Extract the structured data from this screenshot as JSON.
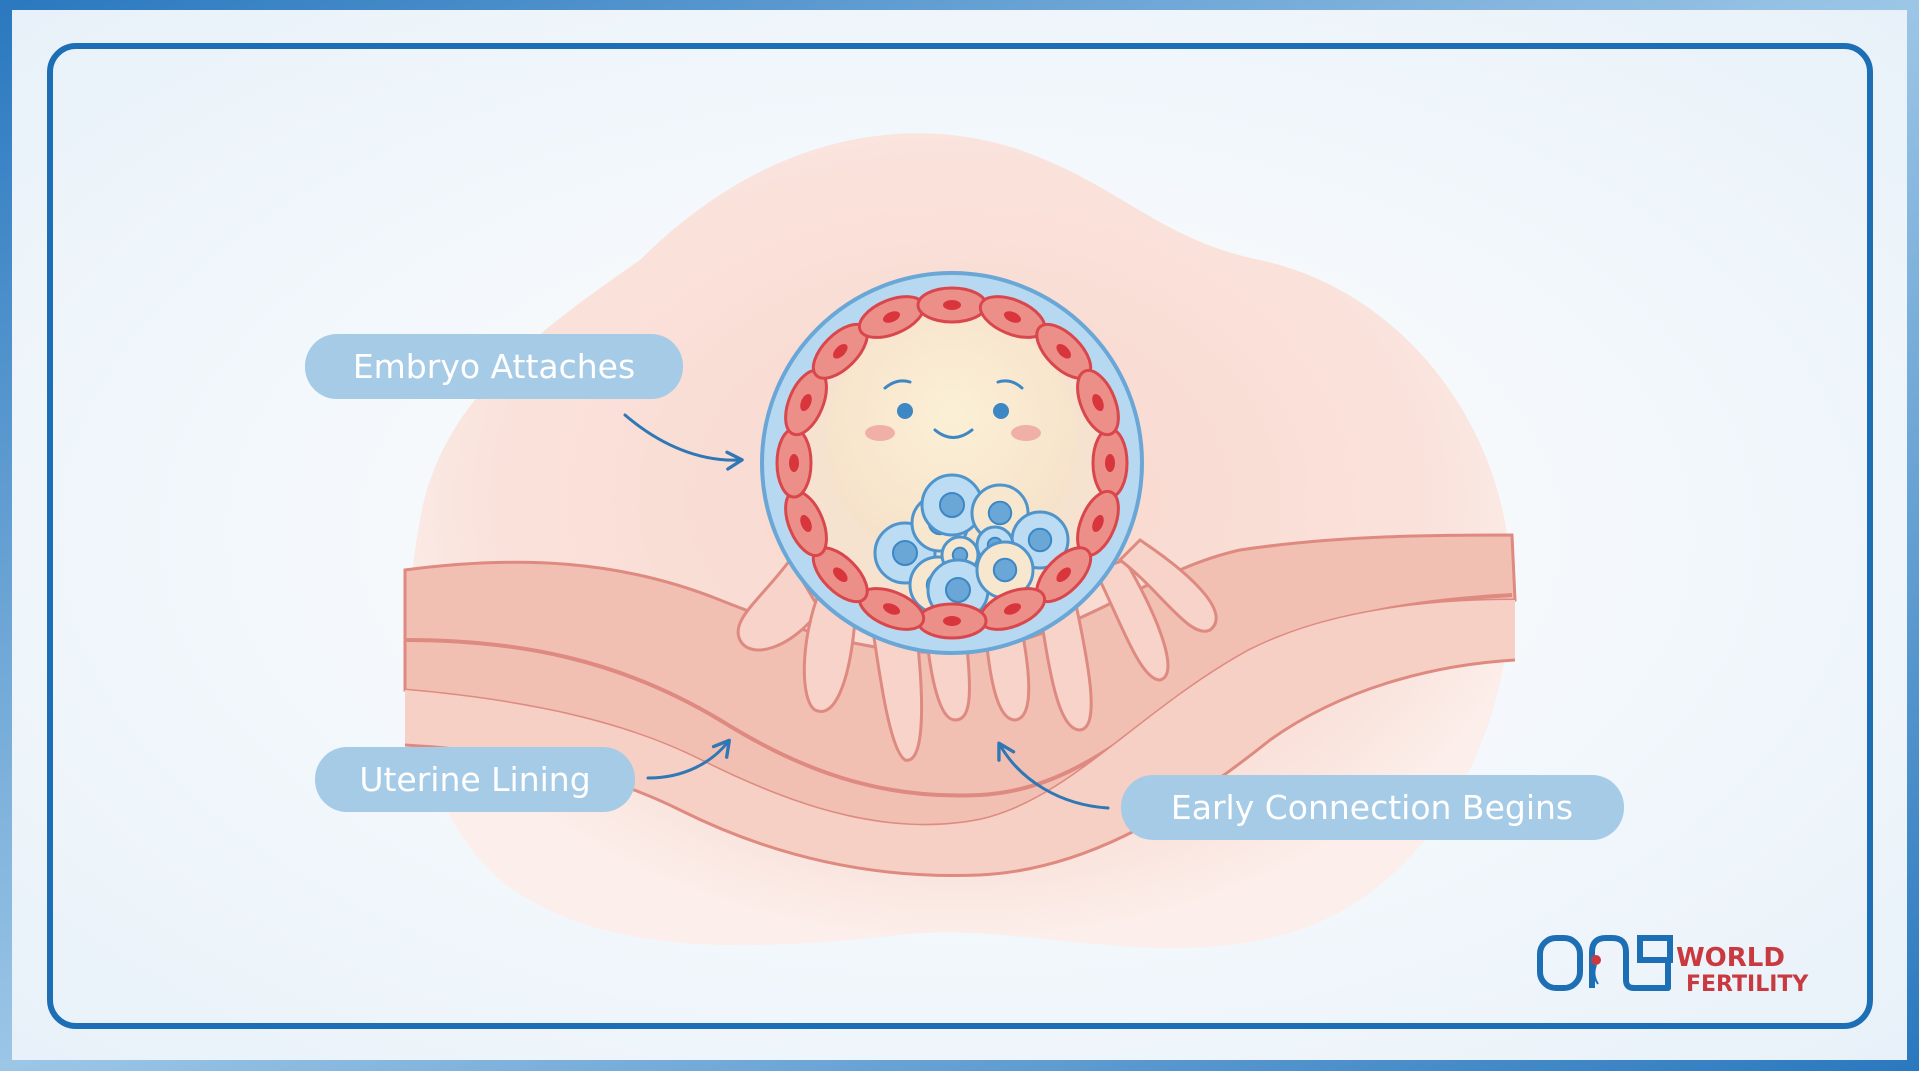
{
  "labels": {
    "embryo_attaches": "Embryo Attaches",
    "uterine_lining": "Uterine Lining",
    "early_connection": "Early Connection Begins"
  },
  "logo": {
    "mark": "OnE",
    "line1": "WORLD",
    "line2": "FERTILITY"
  },
  "colors": {
    "frame": "#1d6fb5",
    "pill": "#a6cbe6",
    "arrow": "#2f77b5",
    "tissue": "#f3c3b8",
    "cell_red": "#e0595c",
    "zona_blue": "#a9d0ee",
    "brand_red": "#c93a40"
  }
}
